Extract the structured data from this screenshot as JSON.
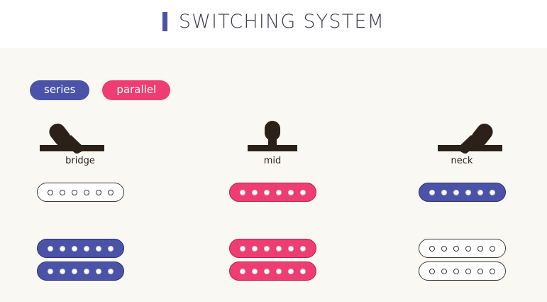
{
  "header": {
    "title": "SWITCHING SYSTEM",
    "accent_color": "#4a53a8"
  },
  "legend": {
    "items": [
      {
        "label": "series",
        "color": "#4a53a8",
        "name": "legend-badge-series"
      },
      {
        "label": "parallel",
        "color": "#ee3d72",
        "name": "legend-badge-parallel"
      }
    ]
  },
  "colors": {
    "series_blue": "#4a53a8",
    "parallel_pink": "#ee3d72",
    "off_white": "#ffffff",
    "outline": "#2b2b2b",
    "panel_background": "#faf8f3",
    "header_background": "#ffffff",
    "label_text": "#2b2118"
  },
  "columns": [
    {
      "key": "bridge",
      "label": "bridge",
      "switch_position": "left",
      "single_coil": {
        "state": "off",
        "fill": "#ffffff",
        "poles": 6
      },
      "humbucker": {
        "state": "series",
        "coils": [
          {
            "fill": "#4a53a8",
            "poles": 6
          },
          {
            "fill": "#4a53a8",
            "poles": 6
          }
        ]
      }
    },
    {
      "key": "mid",
      "label": "mid",
      "switch_position": "center",
      "single_coil": {
        "state": "parallel",
        "fill": "#ee3d72",
        "poles": 6
      },
      "humbucker": {
        "state": "parallel",
        "coils": [
          {
            "fill": "#ee3d72",
            "poles": 6
          },
          {
            "fill": "#ee3d72",
            "poles": 6
          }
        ]
      }
    },
    {
      "key": "neck",
      "label": "neck",
      "switch_position": "right",
      "single_coil": {
        "state": "series",
        "fill": "#4a53a8",
        "poles": 6
      },
      "humbucker": {
        "state": "off",
        "coils": [
          {
            "fill": "#ffffff",
            "poles": 6
          },
          {
            "fill": "#ffffff",
            "poles": 6
          }
        ]
      }
    }
  ]
}
